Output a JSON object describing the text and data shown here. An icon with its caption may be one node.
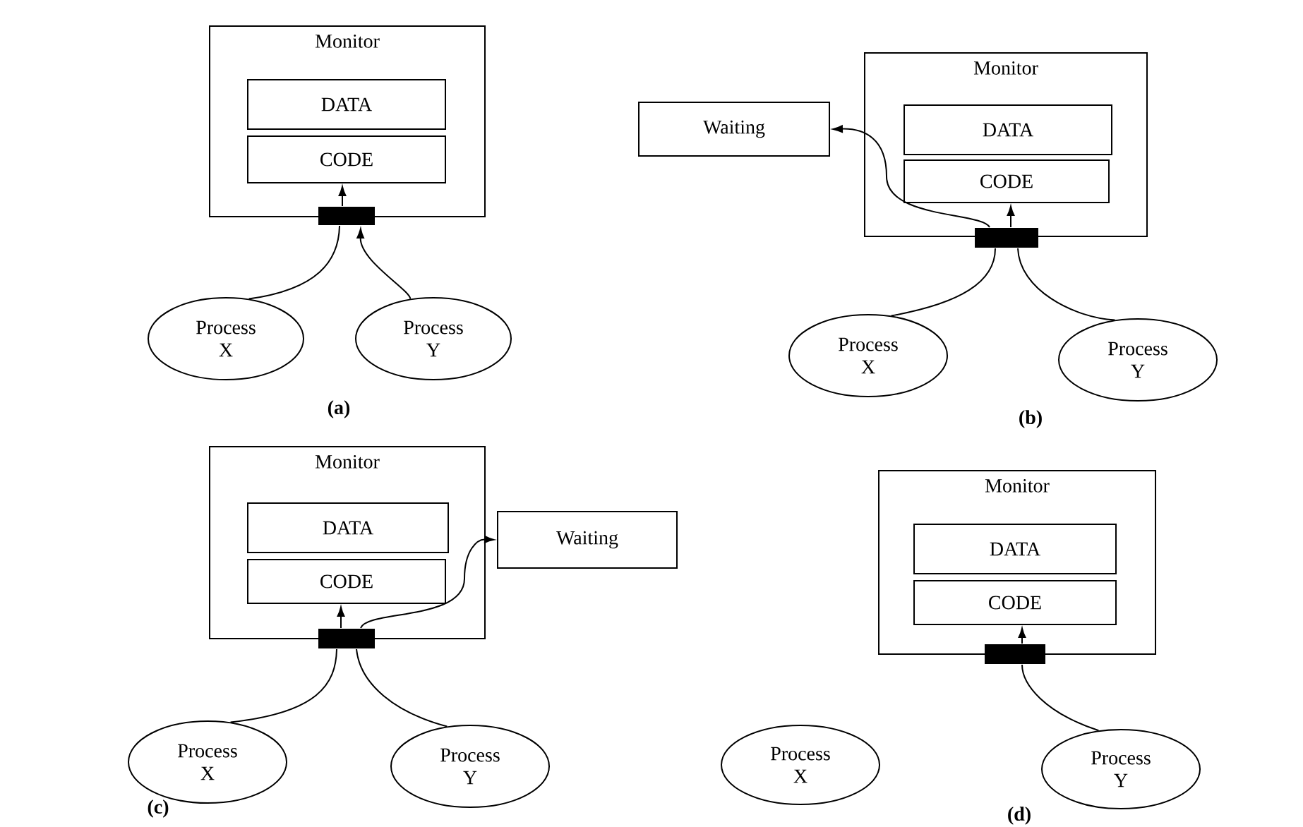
{
  "diagram": {
    "nodes": [
      {
        "text": [
          "Monitor"
        ]
      },
      {
        "text": [
          "DATA"
        ],
        "in": 0
      },
      {
        "text": [
          "CODE"
        ],
        "in": 0
      },
      {
        "text": [],
        "shape": "bar"
      },
      {
        "text": [
          "Process X"
        ]
      },
      {
        "text": [
          "Process Y"
        ]
      },
      {
        "text": [
          "Waiting"
        ]
      },
      {
        "text": [
          "Monitor"
        ]
      },
      {
        "text": [
          "DATA"
        ],
        "in": 7
      },
      {
        "text": [
          "CODE"
        ],
        "in": 7
      },
      {
        "text": [],
        "shape": "bar"
      },
      {
        "text": [
          "Process X"
        ]
      },
      {
        "text": [
          "Process Y"
        ]
      },
      {
        "text": [
          "Monitor"
        ]
      },
      {
        "text": [
          "DATA"
        ],
        "in": 13
      },
      {
        "text": [
          "CODE"
        ],
        "in": 13
      },
      {
        "text": [
          "Waiting"
        ]
      },
      {
        "text": [],
        "shape": "bar"
      },
      {
        "text": [
          "Process X"
        ]
      },
      {
        "text": [
          "Process Y"
        ]
      },
      {
        "text": [
          "Monitor"
        ]
      },
      {
        "text": [
          "DATA"
        ],
        "in": 20
      },
      {
        "text": [
          "CODE"
        ],
        "in": 20
      },
      {
        "text": [],
        "shape": "bar"
      },
      {
        "text": [
          "Process X"
        ]
      },
      {
        "text": [
          "Process Y"
        ]
      }
    ],
    "edges": [
      {
        "from": 4,
        "to": 3,
        "arrow": "none"
      },
      {
        "from": 5,
        "to": 3,
        "arrow": "to"
      },
      {
        "from": 3,
        "to": 2,
        "arrow": "to"
      },
      {
        "from": 11,
        "to": 10,
        "arrow": "none"
      },
      {
        "from": 12,
        "to": 10,
        "arrow": "none"
      },
      {
        "from": 10,
        "to": 9,
        "arrow": "to"
      },
      {
        "from": 10,
        "to": 6,
        "arrow": "to"
      },
      {
        "from": 18,
        "to": 17,
        "arrow": "none"
      },
      {
        "from": 19,
        "to": 17,
        "arrow": "none"
      },
      {
        "from": 17,
        "to": 15,
        "arrow": "to"
      },
      {
        "from": 17,
        "to": 16,
        "arrow": "to"
      },
      {
        "from": 25,
        "to": 23,
        "arrow": "none"
      },
      {
        "from": 23,
        "to": 22,
        "arrow": "to"
      }
    ],
    "labels": [
      "(a)",
      "(b)",
      "(c)",
      "(d)"
    ]
  }
}
